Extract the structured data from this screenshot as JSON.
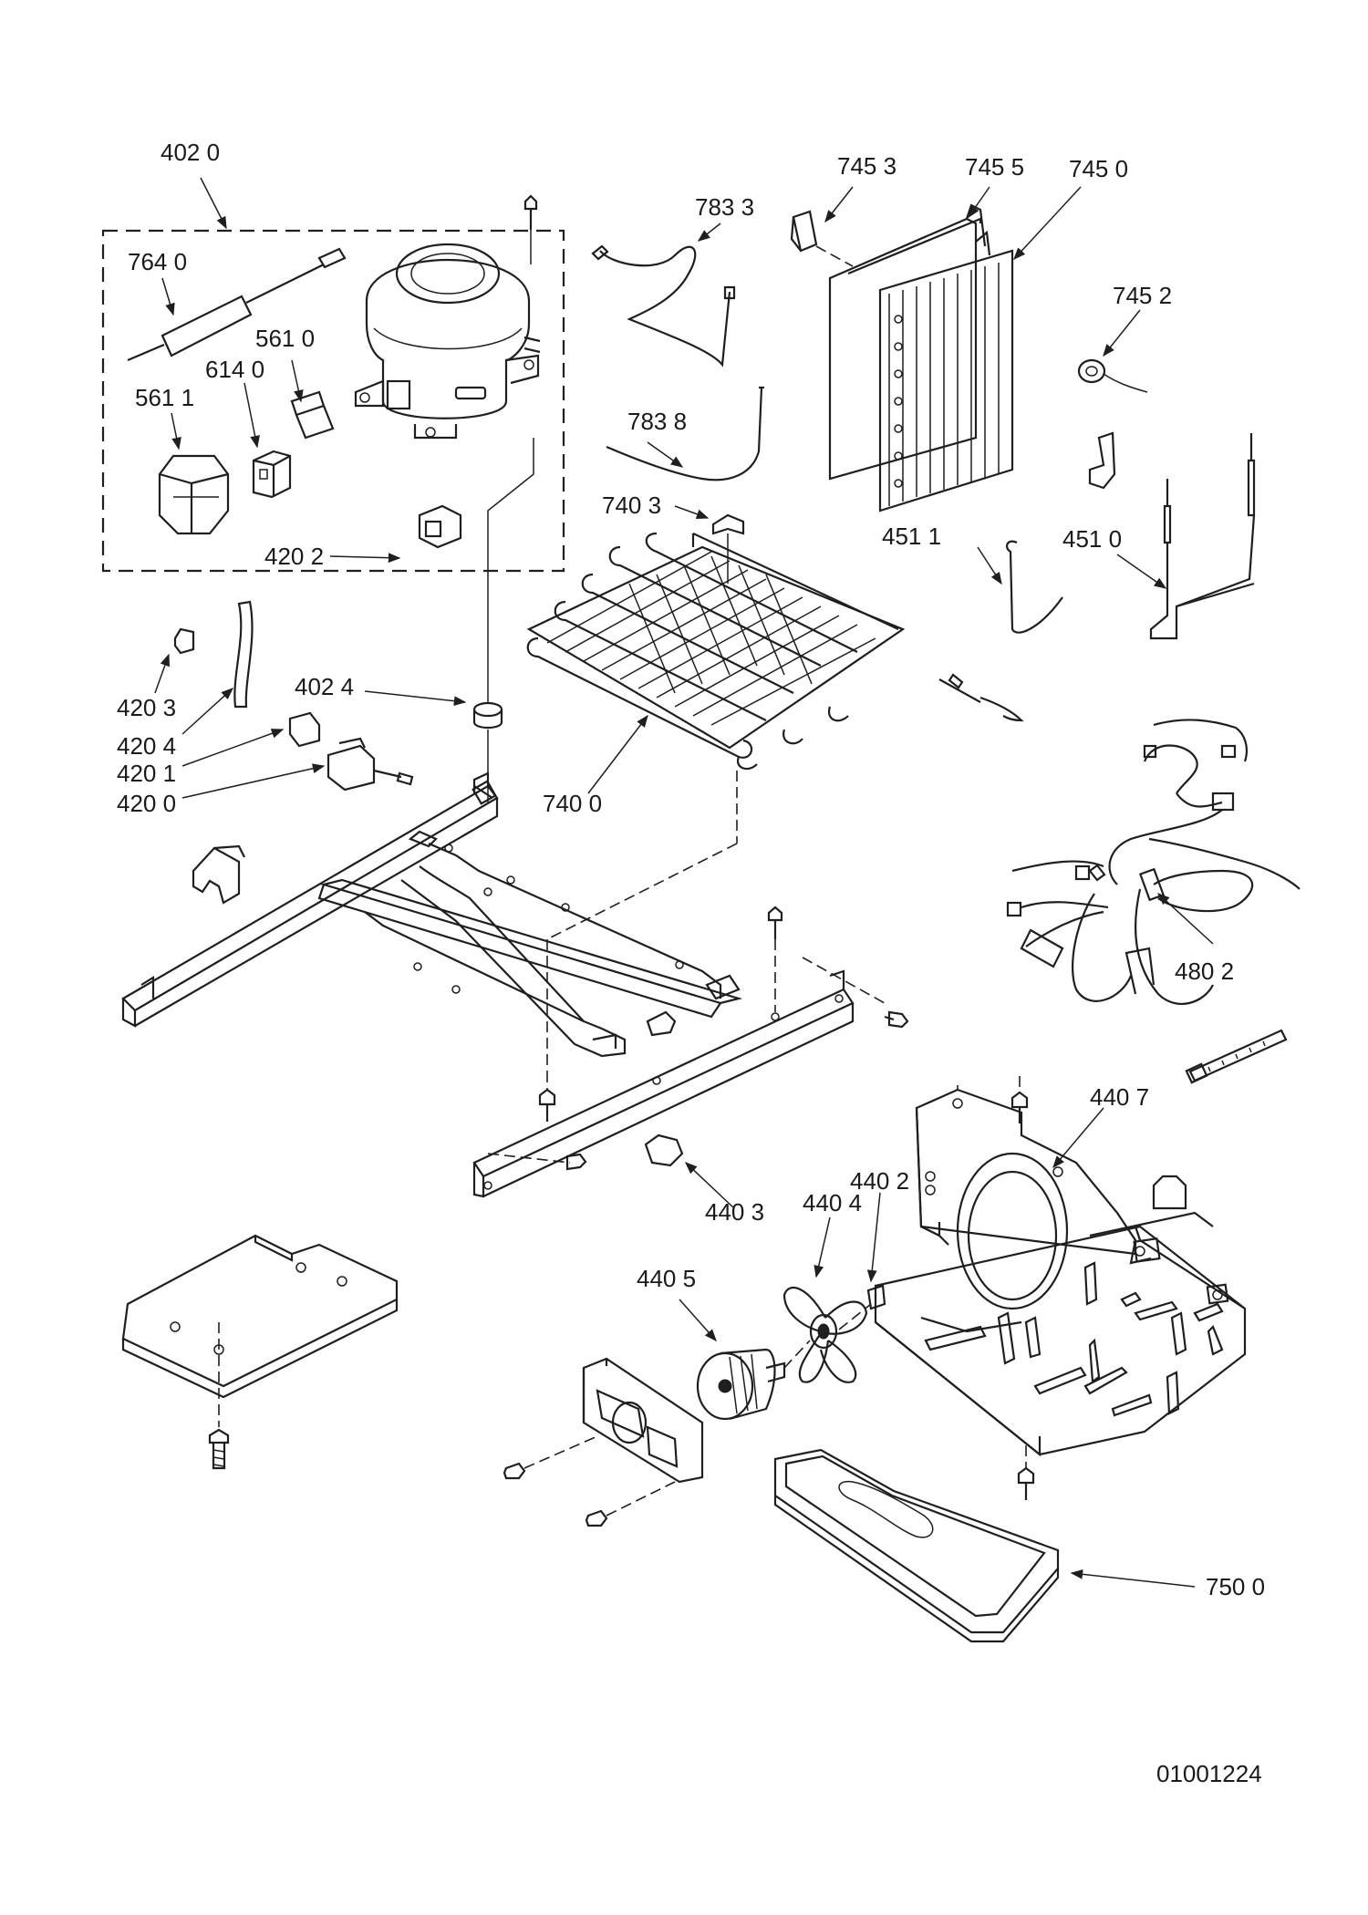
{
  "diagram": {
    "drawing_number": "01001224",
    "callouts": {
      "c4020": "402 0",
      "c7640": "764 0",
      "c5610": "561 0",
      "c6140": "614 0",
      "c5611": "561 1",
      "c4202": "420 2",
      "c7833": "783 3",
      "c7838": "783 8",
      "c7403": "740 3",
      "c7453": "745 3",
      "c7455": "745 5",
      "c7450": "745 0",
      "c7452": "745 2",
      "c4511": "451 1",
      "c4510": "451 0",
      "c4203": "420 3",
      "c4204": "420 4",
      "c4201": "420 1",
      "c4200": "420 0",
      "c4024": "402 4",
      "c7400": "740 0",
      "c4802": "480 2",
      "c4407": "440 7",
      "c4402": "440 2",
      "c4404": "440 4",
      "c4403": "440 3",
      "c4405": "440 5",
      "c7500": "750 0"
    }
  }
}
